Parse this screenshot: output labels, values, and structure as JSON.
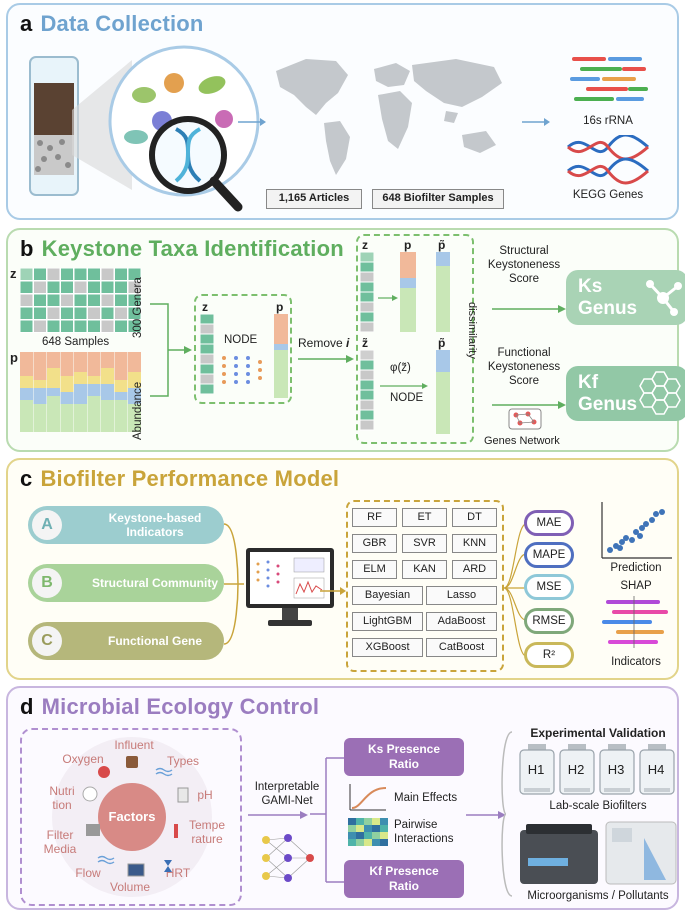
{
  "panel_a": {
    "letter": "a",
    "title": "Data Collection",
    "articles": "1,165 Articles",
    "samples": "648 Biofilter Samples",
    "rrna": "16s rRNA",
    "kegg": "KEGG Genes",
    "color": "#6fa3cf"
  },
  "panel_b": {
    "letter": "b",
    "title": "Keystone Taxa Identification",
    "z": "z",
    "p": "p",
    "i": "i",
    "genera": "300 Genera",
    "samples": "648 Samples",
    "abundance": "Abundance",
    "node": "NODE",
    "remove": "Remove",
    "z_tilde": "z̃",
    "p_tilde": "p̃",
    "phi": "φ(z̃)",
    "node2": "NODE",
    "dissimilarity": "dissimilarity",
    "structural": "Structural\nKeystoneness\nScore",
    "functional": "Functional\nKeystoneness\nScore",
    "genes_network": "Genes Network",
    "ks": "Ks",
    "kf": "Kf",
    "genus": "Genus",
    "color": "#5fae5f"
  },
  "panel_c": {
    "letter": "c",
    "title": "Biofilter Performance Model",
    "pills": [
      {
        "letter": "A",
        "label": "Keystone-based Indicators"
      },
      {
        "letter": "B",
        "label": "Structural Community"
      },
      {
        "letter": "C",
        "label": "Functional Gene"
      }
    ],
    "models_row1": [
      "RF",
      "ET",
      "DT"
    ],
    "models_row2": [
      "GBR",
      "SVR",
      "KNN"
    ],
    "models_row3": [
      "ELM",
      "KAN",
      "ARD"
    ],
    "models_row4": [
      "Bayesian",
      "Lasso"
    ],
    "models_row5": [
      "LightGBM",
      "AdaBoost"
    ],
    "models_row6": [
      "XGBoost",
      "CatBoost"
    ],
    "metrics": [
      "MAE",
      "MAPE",
      "MSE",
      "RMSE",
      "R²"
    ],
    "prediction": "Prediction",
    "shap": "SHAP",
    "indicators": "Indicators",
    "color": "#c9a43a"
  },
  "panel_d": {
    "letter": "d",
    "title": "Microbial Ecology Control",
    "factors": "Factors",
    "factor_items": [
      "Influent",
      "Types",
      "pH",
      "Tempe\nrature",
      "HRT",
      "Volume",
      "Flow",
      "Filter\nMedia",
      "Nutri\ntion",
      "Oxygen"
    ],
    "gami": "Interpretable\nGAMI-Net",
    "ks_ratio": "Ks Presence\nRatio",
    "kf_ratio": "Kf Presence\nRatio",
    "main_effects": "Main Effects",
    "pairwise": "Pairwise\nInteractions",
    "exp_title": "Experimental Validation",
    "reactors": [
      "H1",
      "H2",
      "H3",
      "H4"
    ],
    "lab": "Lab-scale Biofilters",
    "micro": "Microorganisms / Pollutants",
    "color": "#9b7dc0"
  }
}
